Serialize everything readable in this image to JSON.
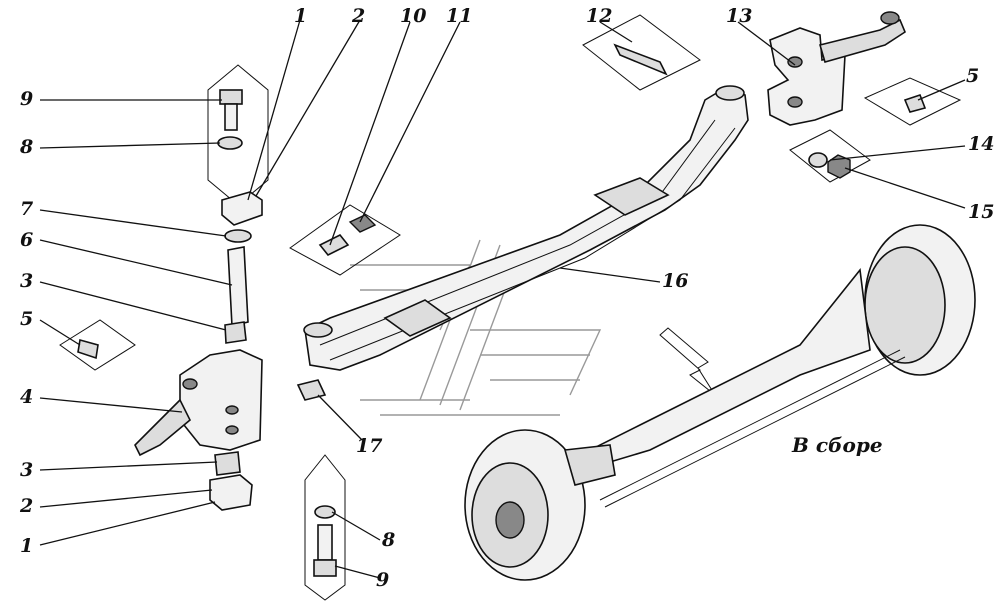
{
  "labels": {
    "l1a": "1",
    "l2a": "2",
    "l10": "10",
    "l11": "11",
    "l12": "12",
    "l13": "13",
    "l5r": "5",
    "l14": "14",
    "l15": "15",
    "l9a": "9",
    "l8a": "8",
    "l7": "7",
    "l6": "6",
    "l3a": "3",
    "l5l": "5",
    "l4": "4",
    "l3b": "3",
    "l2b": "2",
    "l1b": "1",
    "l16": "16",
    "l17": "17",
    "l8b": "8",
    "l9b": "9"
  },
  "caption": "В сборе"
}
